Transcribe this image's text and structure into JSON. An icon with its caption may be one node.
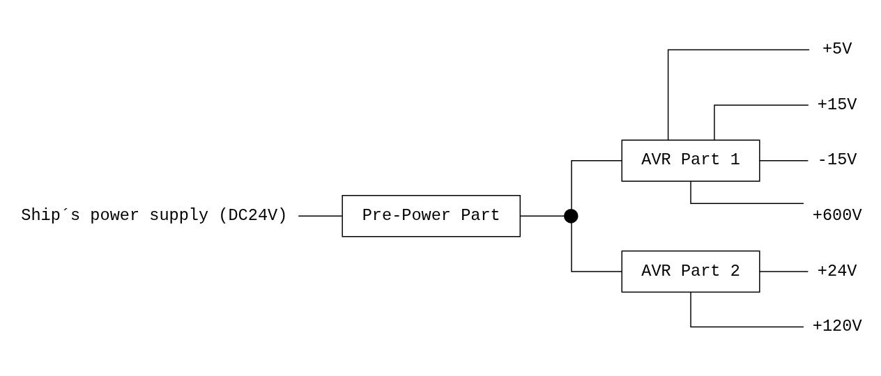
{
  "diagram": {
    "nodes": [
      {
        "text": [
          "Ship´s power supply (DC24V)"
        ]
      },
      {
        "text": [
          "Pre-Power Part"
        ]
      },
      {
        "text": [],
        "shape": "circle"
      },
      {
        "text": [
          "AVR Part 1"
        ]
      },
      {
        "text": [
          "AVR Part 2"
        ]
      },
      {
        "text": [
          "+5V"
        ]
      },
      {
        "text": [
          "+15V"
        ]
      },
      {
        "text": [
          "-15V"
        ]
      },
      {
        "text": [
          "+600V"
        ]
      },
      {
        "text": [
          "+24V"
        ]
      },
      {
        "text": [
          "+120V"
        ]
      }
    ],
    "edges": [
      {
        "from": 0,
        "to": 1,
        "arrow": "none"
      },
      {
        "from": 1,
        "to": 2,
        "arrow": "none"
      },
      {
        "from": 2,
        "to": 3,
        "arrow": "none"
      },
      {
        "from": 2,
        "to": 4,
        "arrow": "none"
      },
      {
        "from": 3,
        "to": 5,
        "arrow": "none"
      },
      {
        "from": 3,
        "to": 6,
        "arrow": "none"
      },
      {
        "from": 3,
        "to": 7,
        "arrow": "none"
      },
      {
        "from": 3,
        "to": 8,
        "arrow": "none"
      },
      {
        "from": 4,
        "to": 9,
        "arrow": "none"
      },
      {
        "from": 4,
        "to": 10,
        "arrow": "none"
      }
    ]
  }
}
